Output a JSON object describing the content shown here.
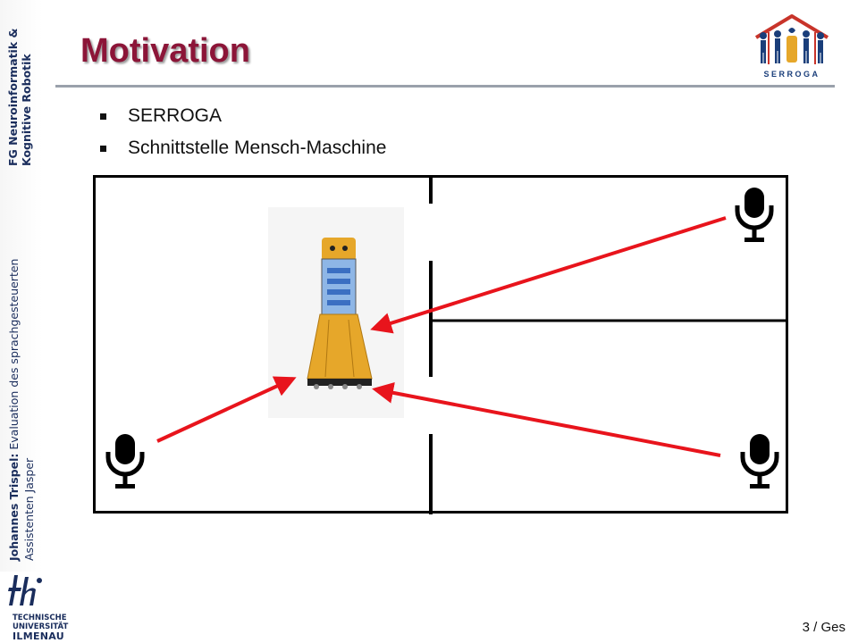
{
  "sidebar": {
    "chair_line1": "FG Neuroinformatik &",
    "chair_line2": "Kognitive Robotik",
    "author_name": "Johannes Trispel:",
    "thesis_title": "Evaluation des sprachgesteuerten",
    "assistant": "Assistenten Jasper"
  },
  "slide": {
    "title": "Motivation",
    "bullets": [
      "SERROGA",
      "Schnittstelle Mensch-Maschine"
    ],
    "page_number": "3 / Ges"
  },
  "logos": {
    "serroga_text": "SERROGA",
    "tu_line1": "TECHNISCHE",
    "tu_line2": "UNIVERSITÄT",
    "tu_line3": "ILMENAU"
  },
  "diagram": {
    "microphones": [
      "microphone-top-right",
      "microphone-bottom-left",
      "microphone-bottom-right"
    ],
    "arrow_color": "#e8141c",
    "robot_color": "#e6a72a"
  },
  "colors": {
    "title": "#8c1538",
    "rule": "#9aa1ab",
    "sidebar_text": "#1a2d5c",
    "serroga_red": "#c8342a",
    "serroga_blue": "#1a3e7a"
  }
}
